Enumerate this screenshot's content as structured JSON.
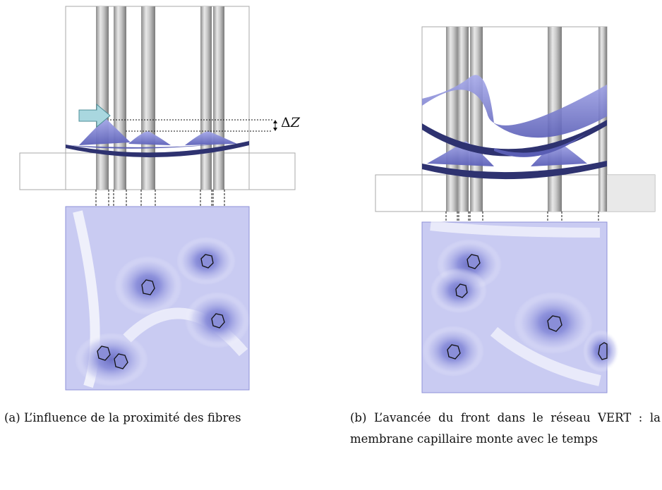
{
  "captions": {
    "a": "(a) L’influence de la proximité des fibres",
    "b": "(b) L’avancée du front dans le réseau VERT : la membrane capillaire monte avec le temps"
  },
  "annotation": {
    "delta_symbol": "Δ",
    "delta_var": "Z"
  },
  "colors": {
    "membrane": "#8b8fdc",
    "membrane_dark": "#2e3270",
    "fiber": "#b9b9b9",
    "frame": "#a8a8a8",
    "arrow": "#a9d7df"
  }
}
